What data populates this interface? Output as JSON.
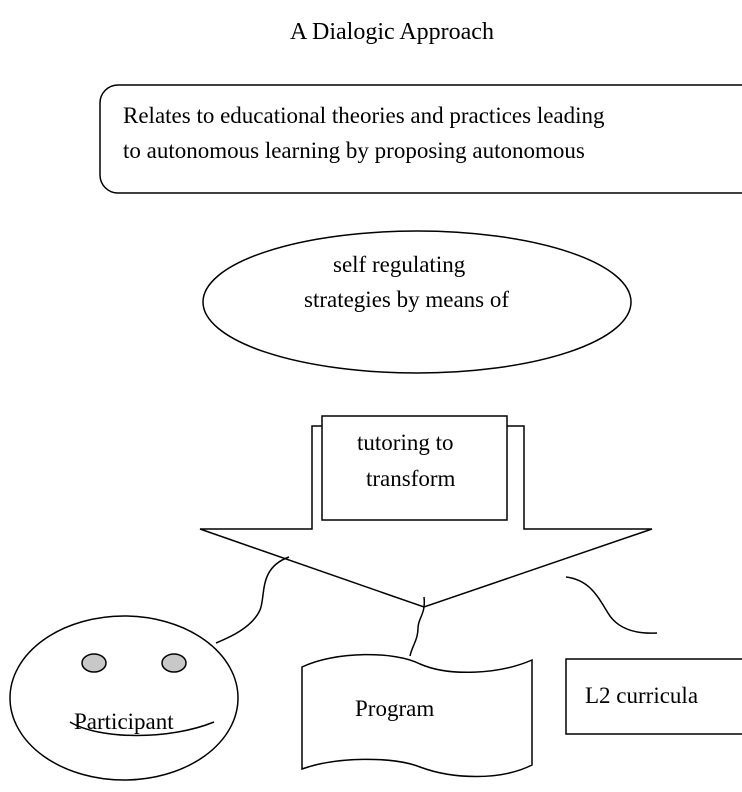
{
  "title": "A Dialogic Approach",
  "top_box": {
    "line1": "Relates to educational theories and practices leading",
    "line2": "to autonomous learning by proposing autonomous"
  },
  "ellipse": {
    "line1": "self regulating",
    "line2": "strategies by means of"
  },
  "arrow_box": {
    "line1": "tutoring to",
    "line2": "transform"
  },
  "outputs": {
    "participant": "Participant",
    "program": "Program",
    "curricula": "L2 curricula"
  }
}
